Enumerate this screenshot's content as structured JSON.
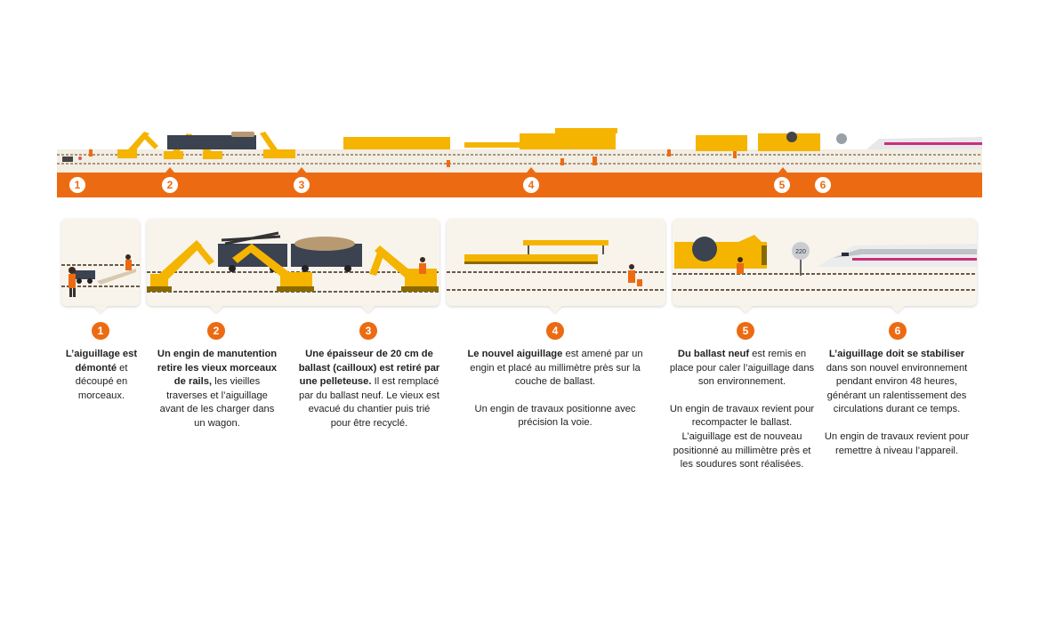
{
  "steps": [
    {
      "number": "1",
      "bold": "L’aiguillage est démonté",
      "rest": " et découpé en morceaux.",
      "extra": ""
    },
    {
      "number": "2",
      "bold": "Un engin de manutention retire les vieux morceaux de rails,",
      "rest": " les vieilles traverses et l’aiguillage avant de les charger dans un wagon.",
      "extra": ""
    },
    {
      "number": "3",
      "bold": "Une épaisseur de 20 cm de ballast (cailloux) est retiré par une pelleteuse.",
      "rest": " Il est remplacé par du ballast neuf. Le vieux est evacué du chantier puis trié pour être recyclé.",
      "extra": ""
    },
    {
      "number": "4",
      "bold": "Le nouvel aiguillage",
      "rest": " est amené par un engin et placé au millimètre près sur la couche de ballast.",
      "extra": "Un engin de travaux positionne avec précision la voie."
    },
    {
      "number": "5",
      "bold": "Du ballast neuf",
      "rest": " est remis en place pour caler l’aiguillage dans son environnement.",
      "extra": "Un engin de travaux revient pour recompacter le ballast. L’aiguillage est de nouveau positionné au millimètre près et les soudures sont réalisées."
    },
    {
      "number": "6",
      "bold": "L’aiguillage doit se stabiliser",
      "rest": " dans son nouvel environnement pendant environ 48 heures, générant un ralentissement des circulations durant ce temps.",
      "extra": "Un engin de travaux revient pour remettre à niveau l’appareil."
    }
  ],
  "speed_sign": "220",
  "colors": {
    "orange": "#ec6b12",
    "machine_yellow": "#f5b400",
    "panel_bg": "#f8f4ec",
    "wagon_dark": "#3b4250",
    "rail": "#6b5a4a"
  }
}
